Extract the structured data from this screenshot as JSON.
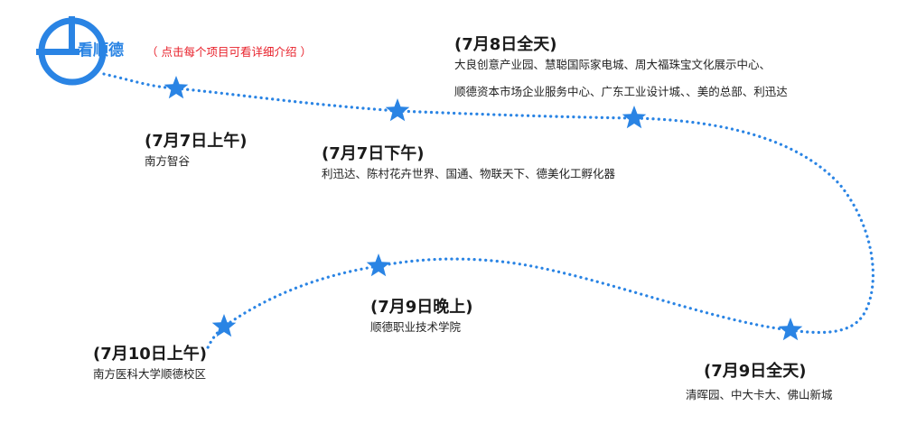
{
  "colors": {
    "accent": "#2a84e4",
    "hint": "#e8212b",
    "text": "#1a1a1a"
  },
  "header": {
    "brand": "看顺德",
    "hint": "（ 点击每个项目可看详细介绍 ）"
  },
  "stops": [
    {
      "time": "(7月7日上午)",
      "places": [
        "南方智谷"
      ]
    },
    {
      "time": "(7月7日下午)",
      "places": [
        "利迅达、陈村花卉世界、国通、物联天下、德美化工孵化器"
      ]
    },
    {
      "time": "(7月8日全天)",
      "places": [
        "大良创意产业园、慧聪国际家电城、周大福珠宝文化展示中心、",
        "顺德资本市场企业服务中心、广东工业设计城、、美的总部、利迅达"
      ]
    },
    {
      "time": "(7月9日全天)",
      "places": [
        "清晖园、中大卡大、佛山新城"
      ]
    },
    {
      "time": "(7月9日晚上)",
      "places": [
        "顺德职业技术学院"
      ]
    },
    {
      "time": "(7月10日上午)",
      "places": [
        "南方医科大学顺德校区"
      ]
    }
  ]
}
